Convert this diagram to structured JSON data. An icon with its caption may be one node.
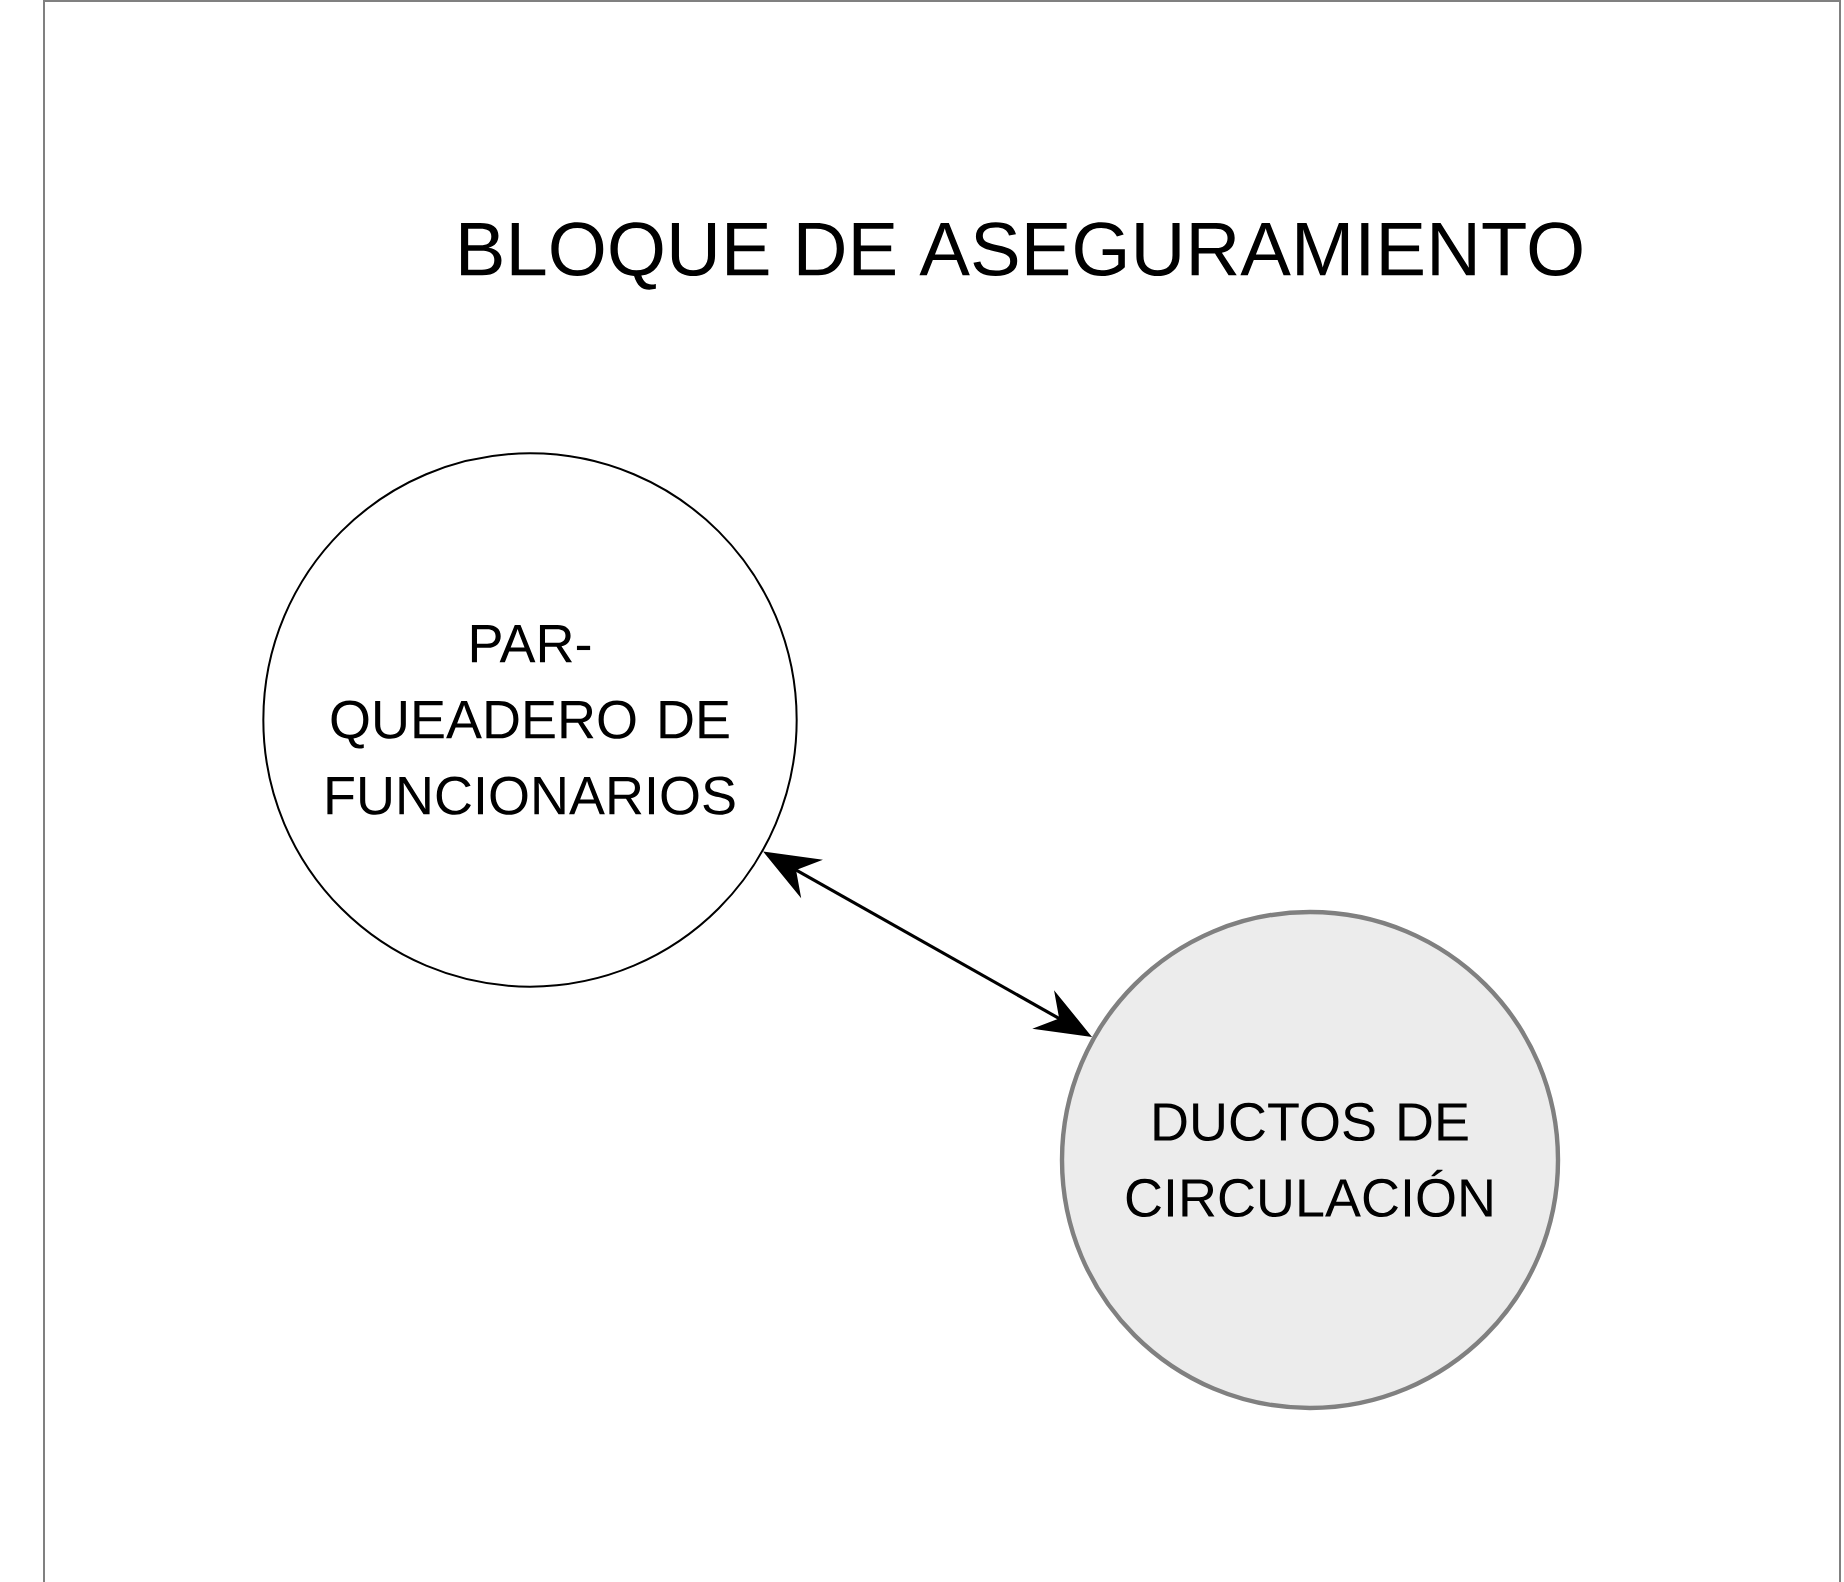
{
  "diagram": {
    "title": "BLOQUE DE ASEGURAMIENTO",
    "nodes": [
      {
        "text": [
          "PAR- QUEADERO DE FUNCIONARIOS"
        ]
      },
      {
        "text": [
          "DUCTOS DE CIRCULACIÓN"
        ]
      }
    ],
    "edges": [
      {
        "from": 0,
        "to": 1,
        "arrow": "both"
      }
    ]
  }
}
